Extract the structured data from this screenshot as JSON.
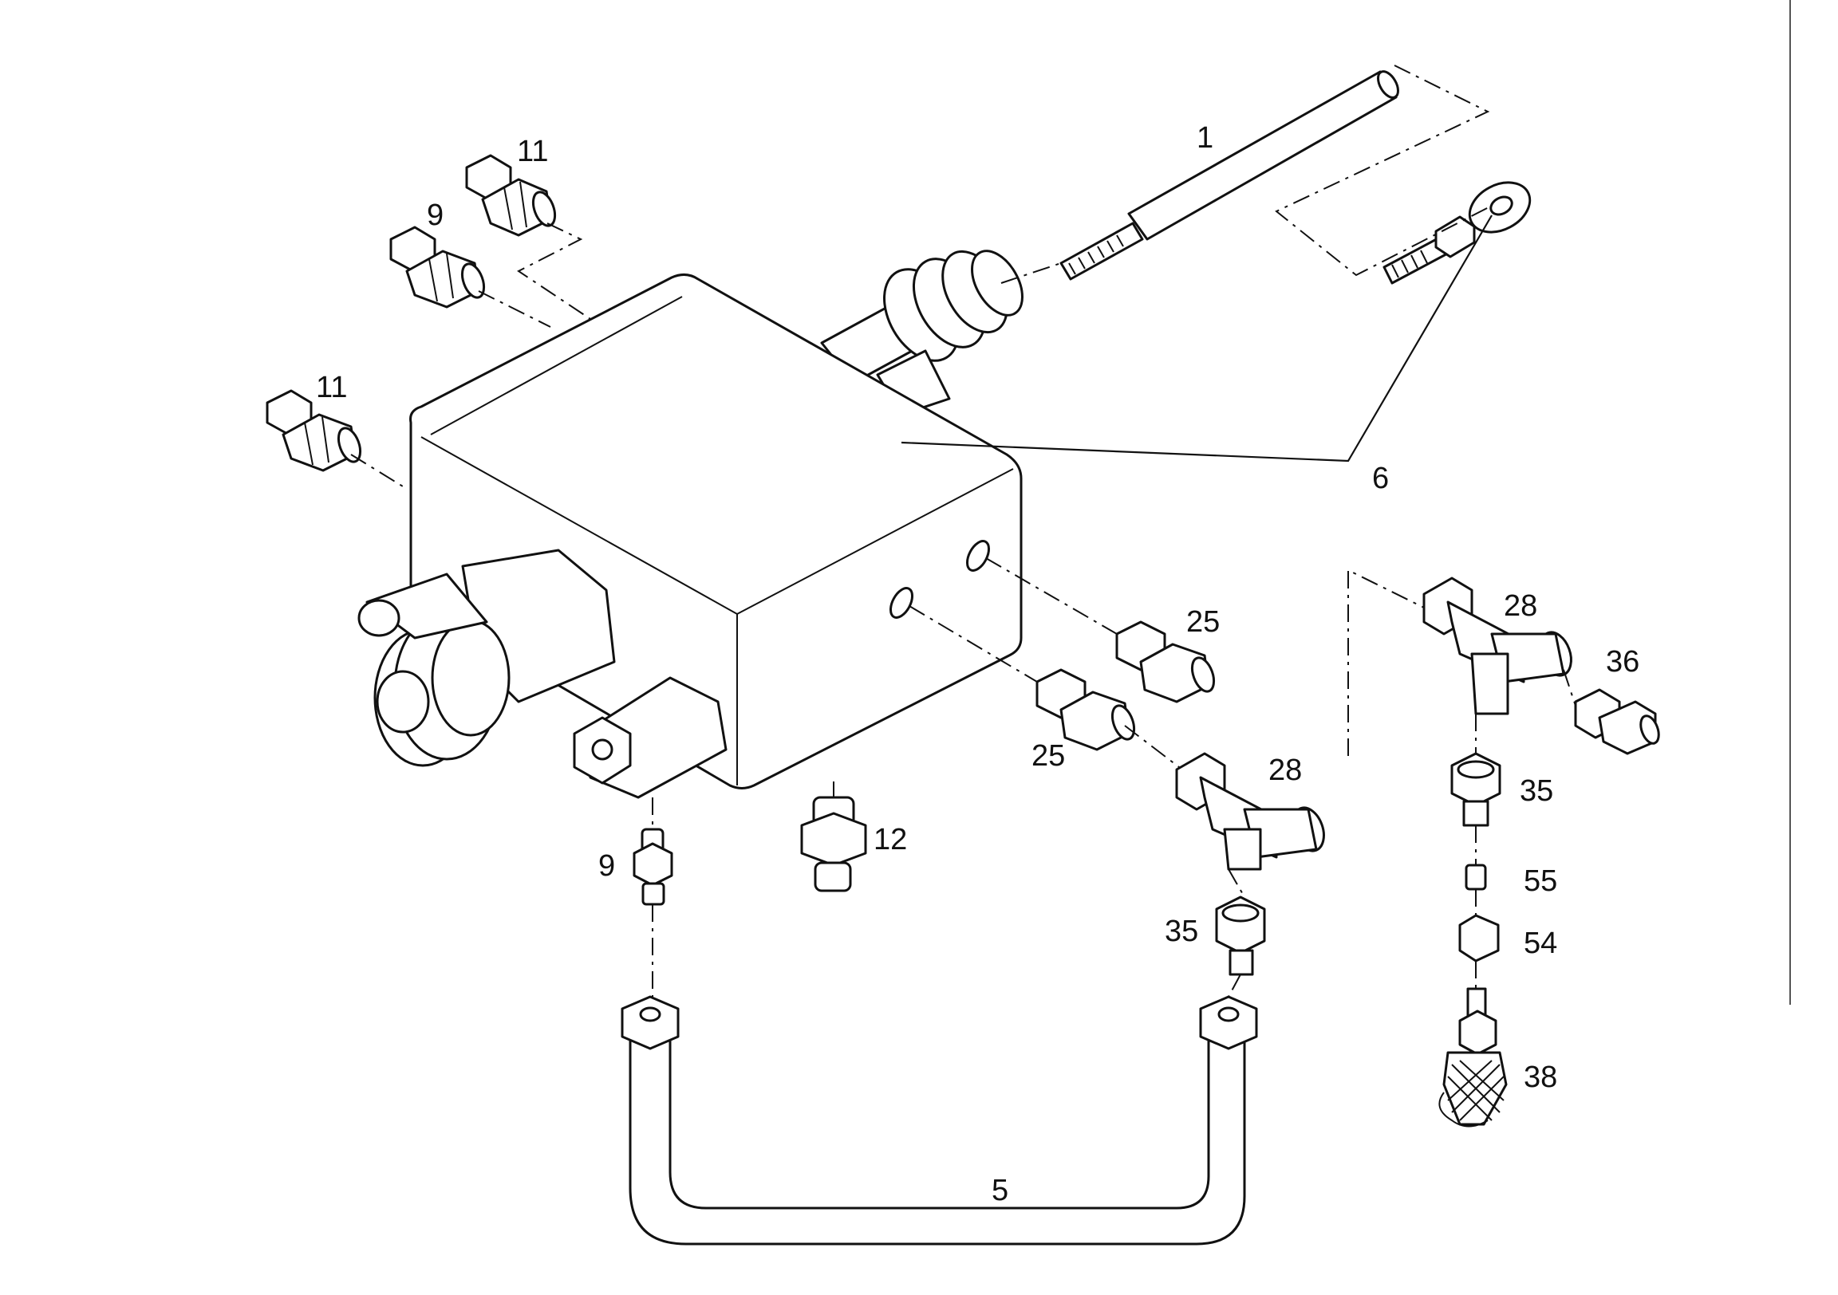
{
  "callouts": {
    "c1": "1",
    "c5": "5",
    "c6": "6",
    "c9a": "9",
    "c9b": "9",
    "c11a": "11",
    "c11b": "11",
    "c12": "12",
    "c25a": "25",
    "c25b": "25",
    "c28a": "28",
    "c28b": "28",
    "c35a": "35",
    "c35b": "35",
    "c36": "36",
    "c38": "38",
    "c54": "54",
    "c55": "55"
  }
}
